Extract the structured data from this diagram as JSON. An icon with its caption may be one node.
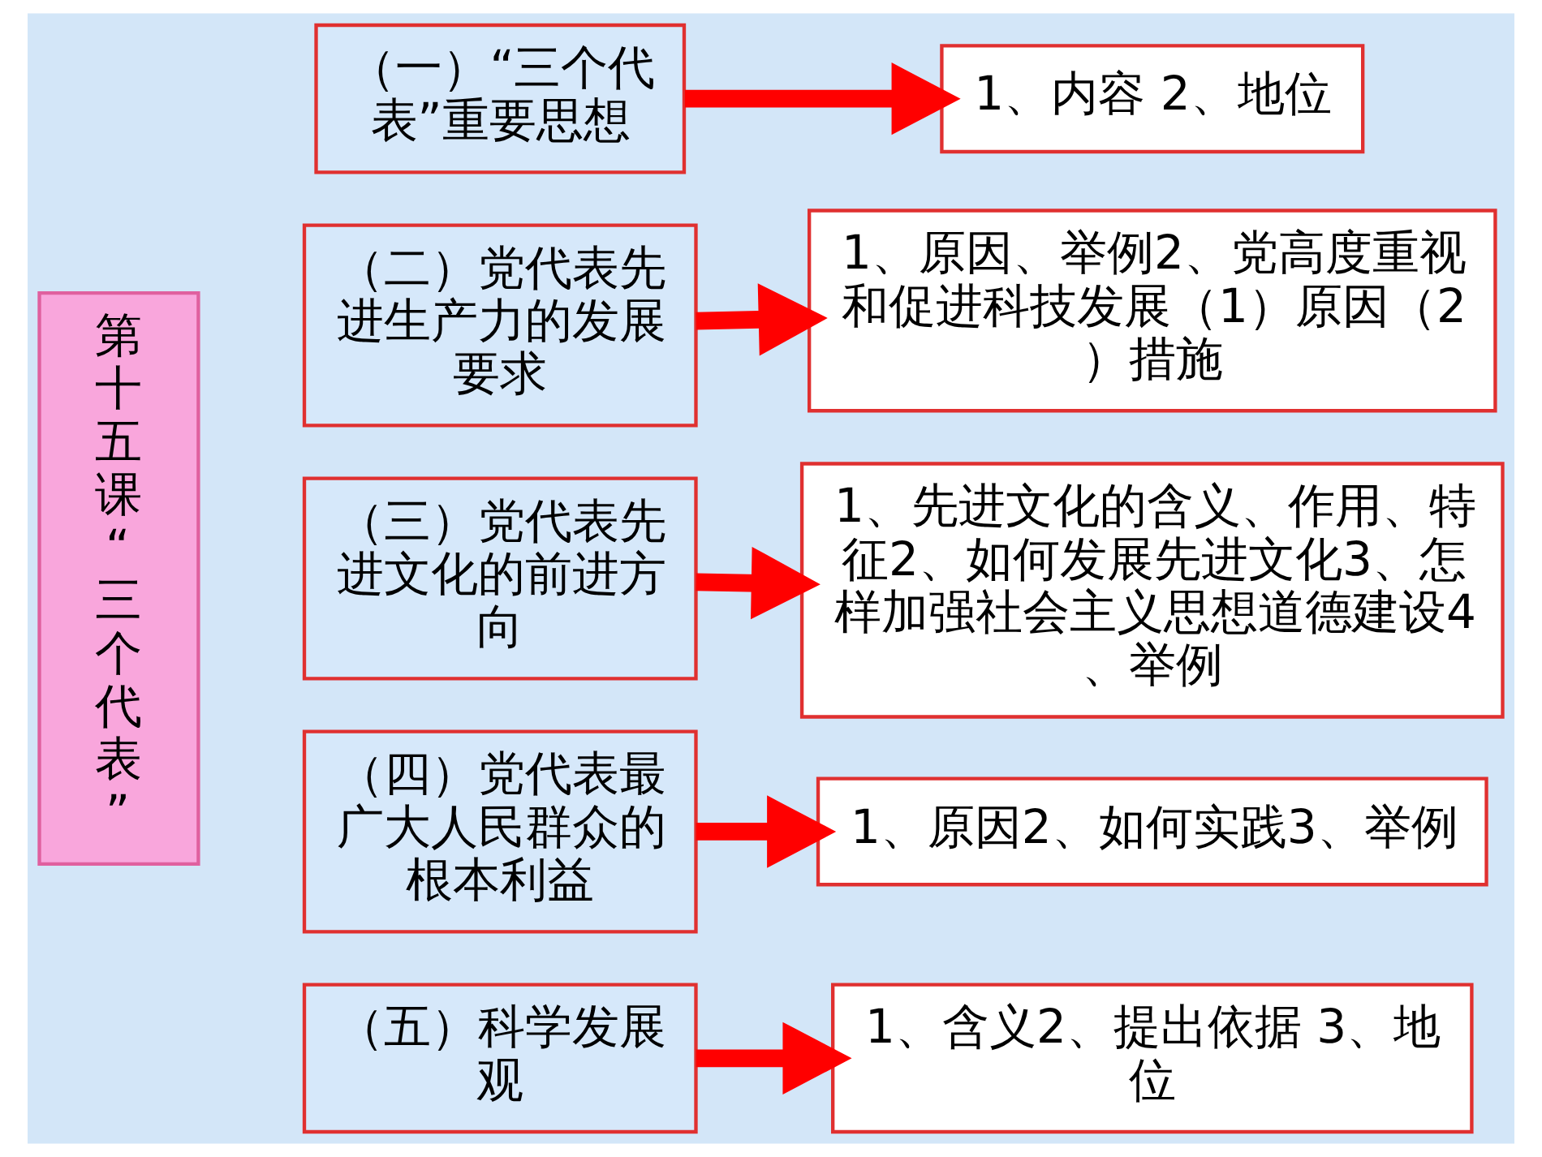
{
  "diagram": {
    "nodes": [
      {
        "text": [
          "第十五课“三个代表”"
        ]
      },
      {
        "text": [
          "（一）“三个代表”重要思想"
        ]
      },
      {
        "text": [
          "1、内容 2、地位"
        ]
      },
      {
        "text": [
          "（二）党代表先进生产力的发展要求"
        ]
      },
      {
        "text": [
          "1、原因、举例2、党高度重视和促进科技发展（1）原因（2）措施"
        ]
      },
      {
        "text": [
          "（三）党代表先进文化的前进方向"
        ]
      },
      {
        "text": [
          "1、先进文化的含义、作用、特征2、如何发展先进文化3、怎样加强社会主义思想道德建设4、举例"
        ]
      },
      {
        "text": [
          "（四）党代表最广大人民群众的根本利益"
        ]
      },
      {
        "text": [
          "1、原因2、如何实践3、举例"
        ]
      },
      {
        "text": [
          "（五）科学发展观"
        ]
      },
      {
        "text": [
          "1、含义2、提出依据 3、地位"
        ]
      }
    ],
    "edges": [
      {
        "from": 1,
        "to": 2,
        "arrow": "to"
      },
      {
        "from": 3,
        "to": 4,
        "arrow": "to"
      },
      {
        "from": 5,
        "to": 6,
        "arrow": "to"
      },
      {
        "from": 7,
        "to": 8,
        "arrow": "to"
      },
      {
        "from": 9,
        "to": 10,
        "arrow": "to"
      }
    ]
  }
}
